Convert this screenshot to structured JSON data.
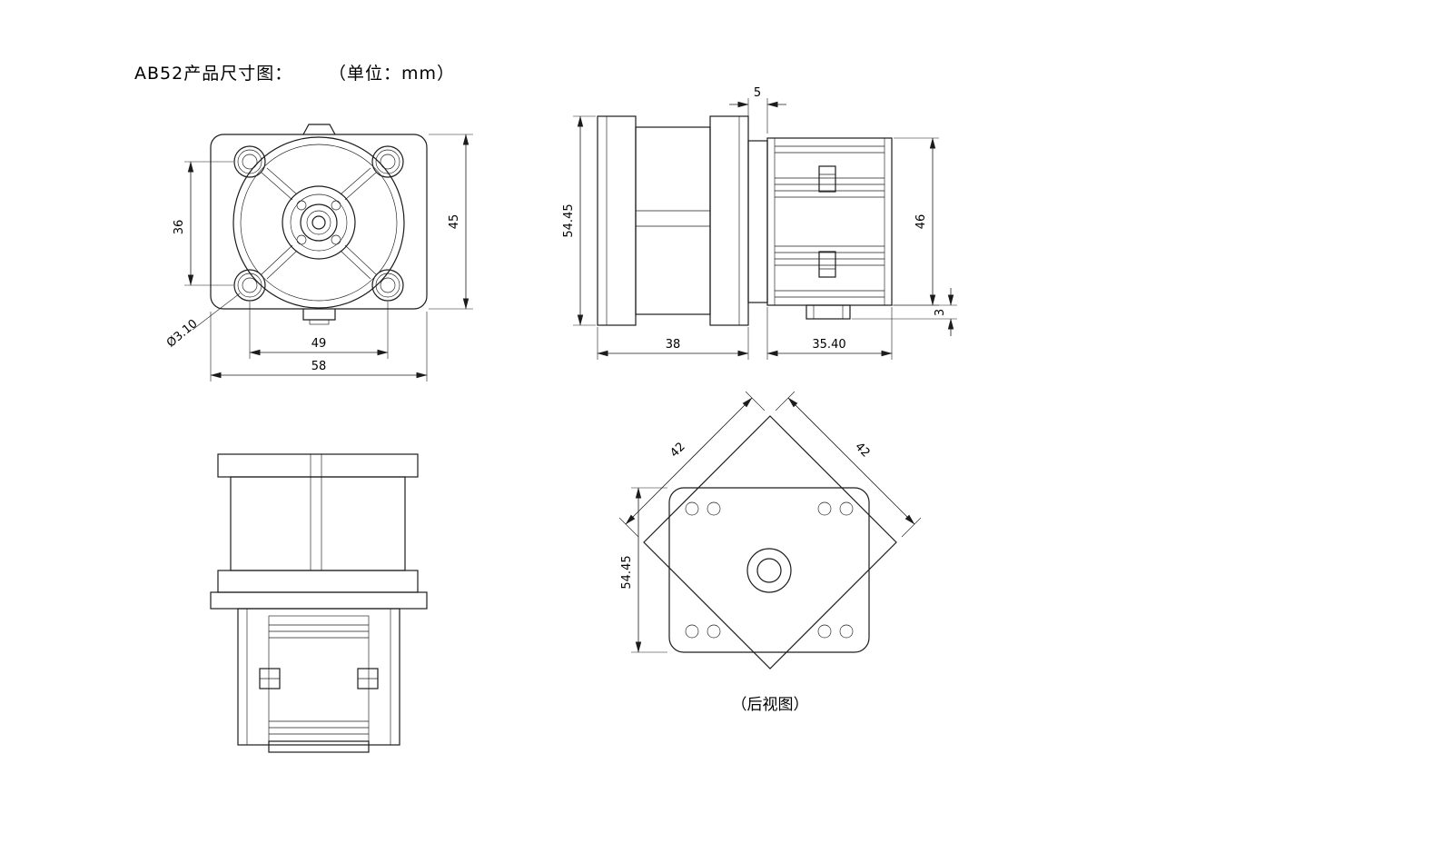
{
  "header": {
    "title": "AB52产品尺寸图：",
    "unit": "（单位：mm）"
  },
  "front_view": {
    "dims": {
      "hole_spacing_vertical": "36",
      "flange_height": "45",
      "hole_spacing_horizontal": "49",
      "flange_width": "58",
      "hole_diameter": "Ø3.10"
    }
  },
  "side_view": {
    "dims": {
      "adapter_gap": "5",
      "overall_height": "54.45",
      "motor_height": "46",
      "foot_height": "3",
      "pump_length": "38",
      "motor_length": "35.40"
    }
  },
  "rear_view": {
    "caption": "（后视图）",
    "dims": {
      "diamond_side_left": "42",
      "diamond_side_right": "42",
      "overall_height": "54.45"
    }
  }
}
